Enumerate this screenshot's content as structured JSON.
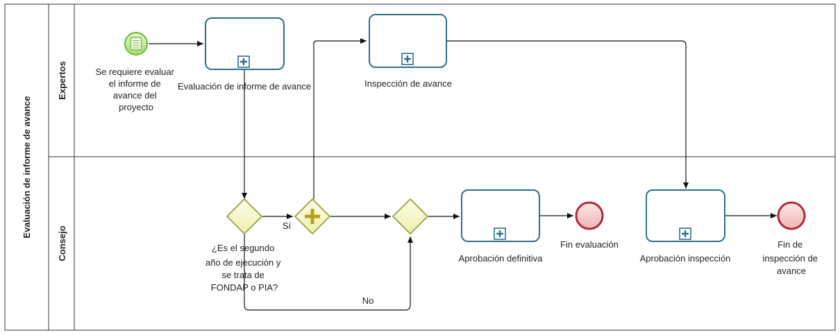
{
  "pool": {
    "name": "Evaluación de informe de avance"
  },
  "lanes": [
    {
      "name": "Expertos"
    },
    {
      "name": "Consejo"
    }
  ],
  "start_event": {
    "label_lines": [
      "Se requiere evaluar",
      "el informe de",
      "avance del",
      "proyecto"
    ]
  },
  "tasks": {
    "evaluacion": {
      "label": "Evaluación de informe de avance"
    },
    "inspeccion": {
      "label": "Inspección de avance"
    },
    "aprobacion_definitiva": {
      "label": "Aprobación definitiva"
    },
    "aprobacion_inspeccion": {
      "label": "Aprobación inspección"
    }
  },
  "gateways": {
    "decision": {
      "label_lines": [
        "¿Es el segundo",
        "año de ejecución y",
        "se trata de",
        "FONDAP o PIA?"
      ]
    }
  },
  "flows": {
    "yes_label": "Sí",
    "no_label": "No"
  },
  "end_events": {
    "fin_evaluacion": {
      "label": "Fin evaluación"
    },
    "fin_inspeccion": {
      "label_lines": [
        "Fin de",
        "inspección de",
        "avance"
      ]
    }
  },
  "colors": {
    "task_border": "#2d6f86",
    "gateway_fill": "#fafad2",
    "gateway_border": "#9aa03a",
    "start_fill": "#c9eaa0",
    "start_border": "#6bb33c",
    "end_fill": "#f5c6c6",
    "end_border": "#b0283a"
  }
}
